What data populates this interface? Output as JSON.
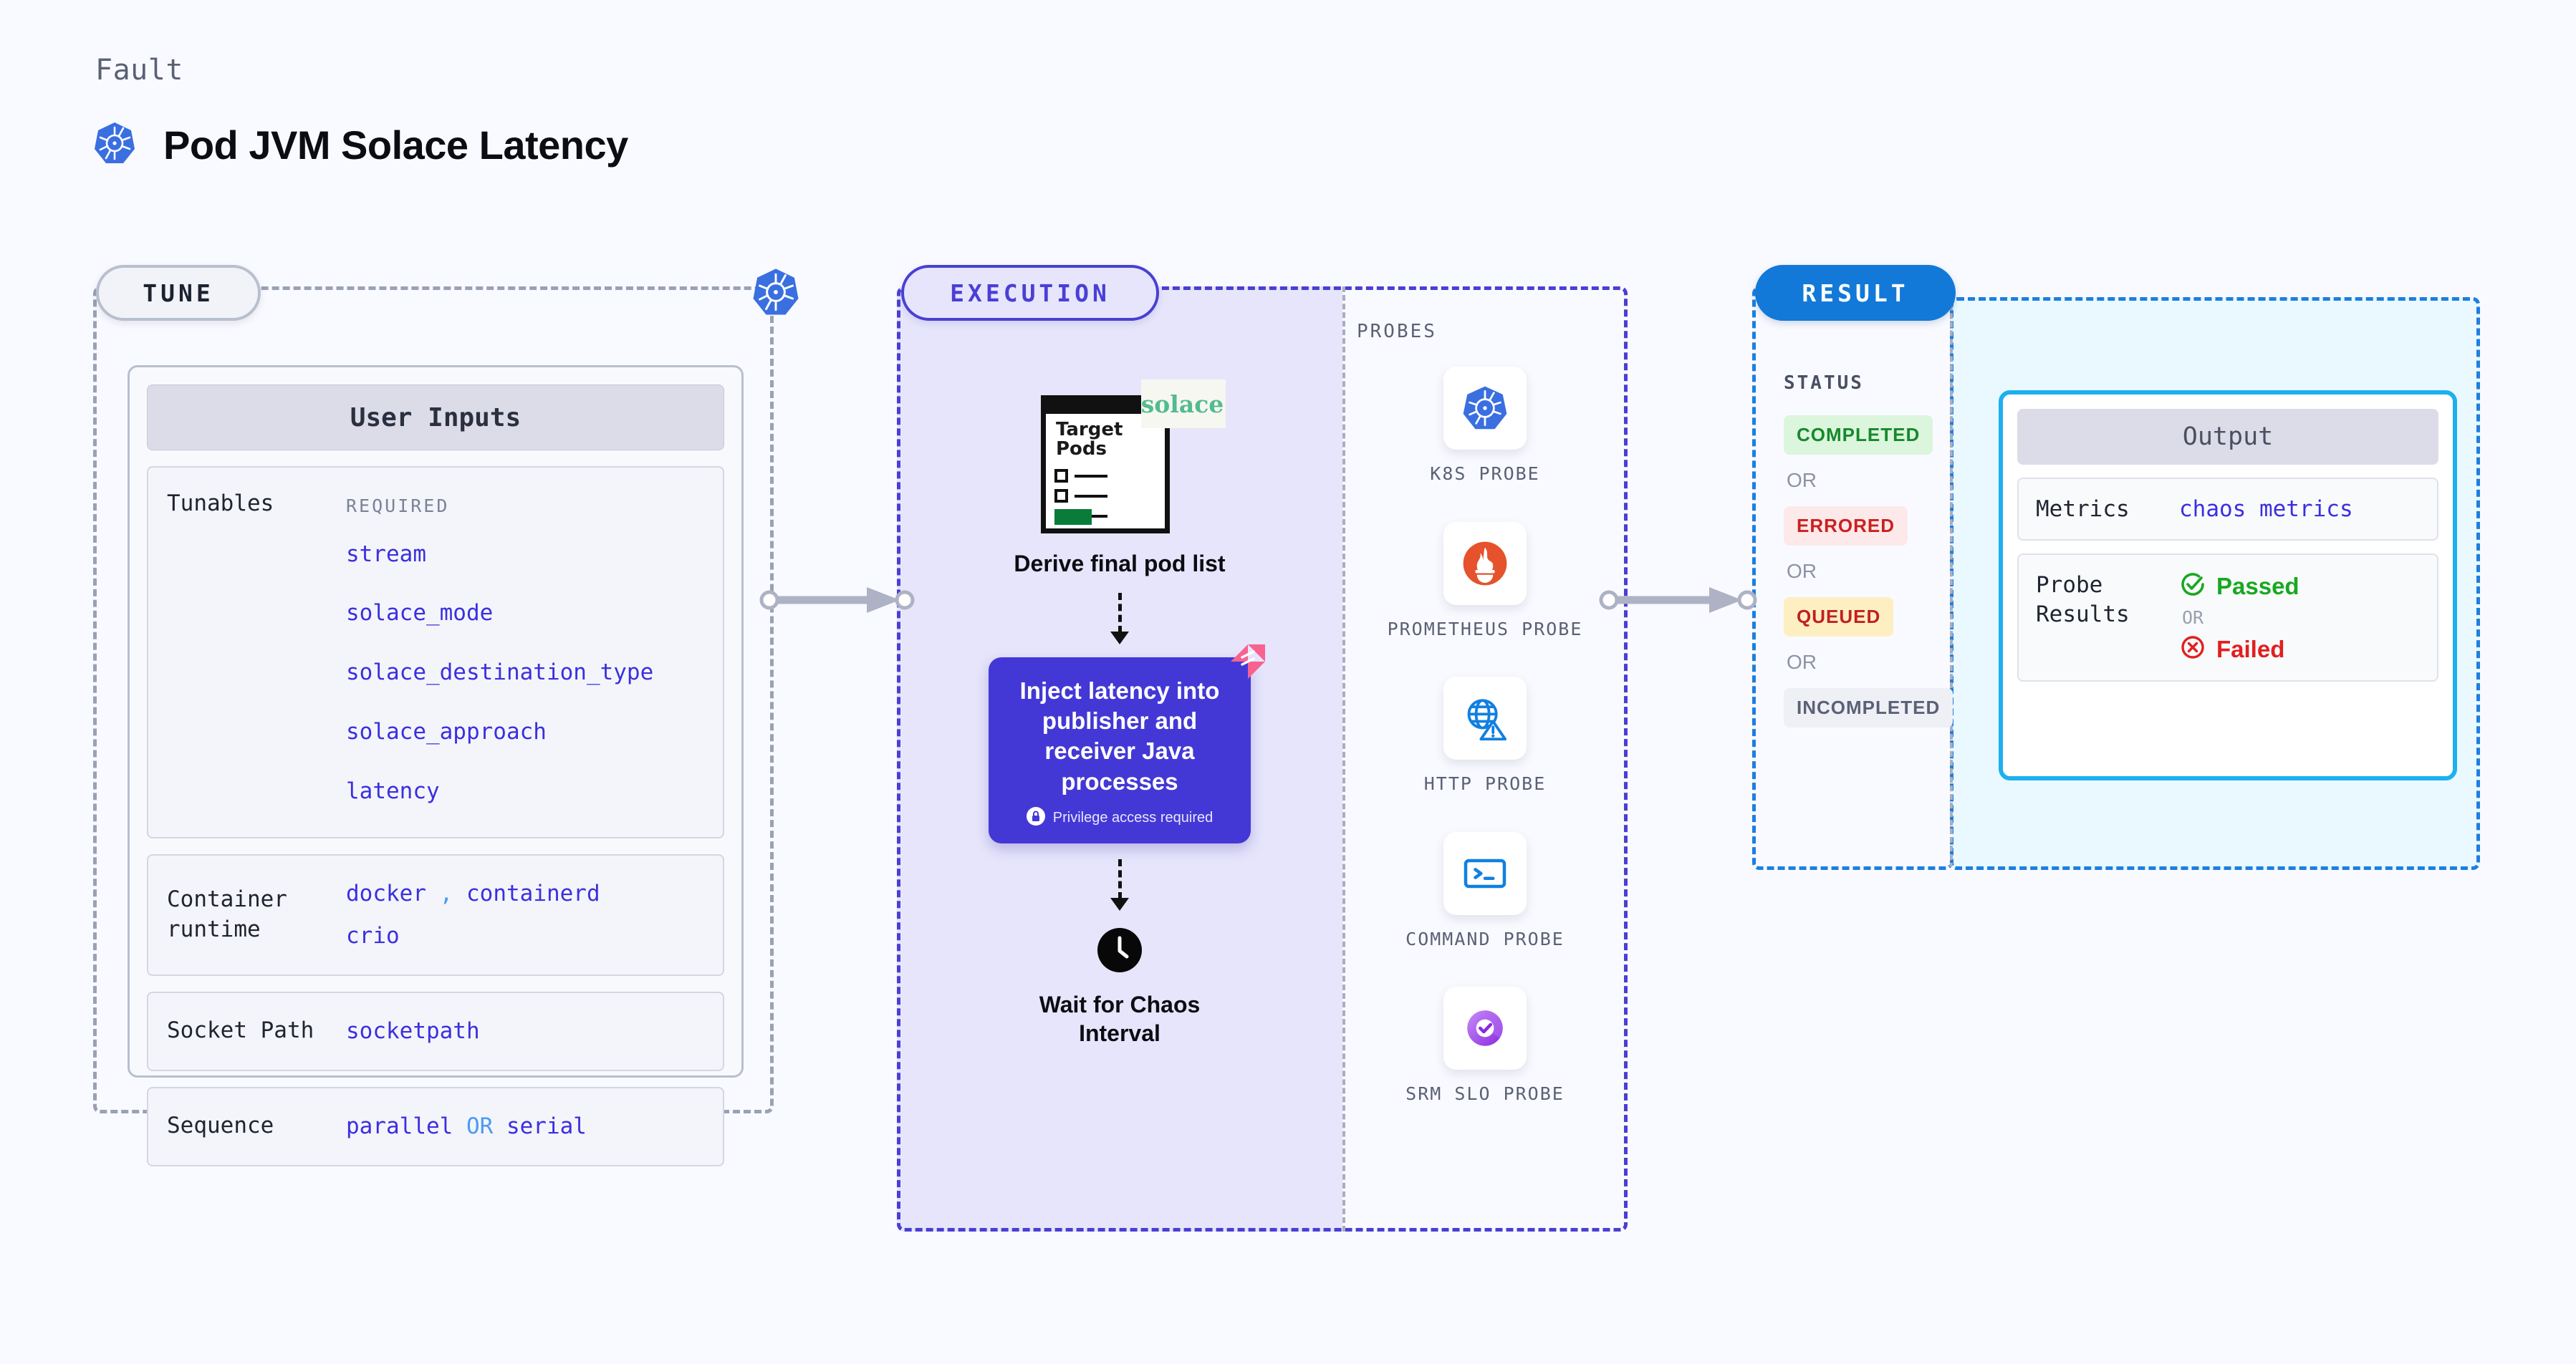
{
  "header": {
    "kicker": "Fault",
    "title": "Pod JVM Solace Latency",
    "icon": "kubernetes-icon"
  },
  "stages": {
    "tune": {
      "label": "TUNE"
    },
    "execution": {
      "label": "EXECUTION"
    },
    "result": {
      "label": "RESULT"
    }
  },
  "tune": {
    "card_title": "User Inputs",
    "rows": [
      {
        "label": "Tunables",
        "required_label": "REQUIRED",
        "values": [
          "stream",
          "solace_mode",
          "solace_destination_type",
          "solace_approach",
          "latency"
        ]
      },
      {
        "label": "Container runtime",
        "values": [
          "docker",
          "containerd",
          "crio"
        ],
        "separator": ","
      },
      {
        "label": "Socket Path",
        "values": [
          "socketpath"
        ]
      },
      {
        "label": "Sequence",
        "values": [
          "parallel",
          "serial"
        ],
        "separator": "OR"
      }
    ]
  },
  "execution": {
    "doc": {
      "title_line1": "Target",
      "title_line2": "Pods",
      "brand": "solace",
      "icon": "document-checklist-icon"
    },
    "step1_caption": "Derive final pod list",
    "inject": {
      "title": "Inject latency into publisher and receiver Java processes",
      "privilege_note": "Privilege access required",
      "lock_icon": "lock-icon",
      "sparkle_icon": "sparkle-icon"
    },
    "wait_caption_line1": "Wait for Chaos",
    "wait_caption_line2": "Interval",
    "clock_icon": "clock-icon"
  },
  "probes": {
    "title": "PROBES",
    "items": [
      {
        "icon": "kubernetes-icon",
        "label": "K8S PROBE"
      },
      {
        "icon": "prometheus-icon",
        "label": "PROMETHEUS PROBE"
      },
      {
        "icon": "globe-warning-icon",
        "label": "HTTP PROBE"
      },
      {
        "icon": "terminal-icon",
        "label": "COMMAND PROBE"
      },
      {
        "icon": "srm-slo-donut-icon",
        "label": "SRM SLO PROBE"
      }
    ]
  },
  "result": {
    "status_title": "STATUS",
    "or_label": "OR",
    "statuses": [
      {
        "label": "COMPLETED",
        "tone": "green"
      },
      {
        "label": "ERRORED",
        "tone": "red"
      },
      {
        "label": "QUEUED",
        "tone": "amber"
      },
      {
        "label": "INCOMPLETED",
        "tone": "gray"
      }
    ],
    "output": {
      "card_title": "Output",
      "metrics_label": "Metrics",
      "metrics_value": "chaos metrics",
      "probe_results_label": "Probe Results",
      "passed_label": "Passed",
      "failed_label": "Failed",
      "or_label": "OR",
      "passed_icon": "check-circle-icon",
      "failed_icon": "x-circle-icon"
    }
  },
  "colors": {
    "background": "#f9faff",
    "tune_border": "#9aa1b4",
    "execution_border": "#4a3fd4",
    "execution_fill": "#e6e5fb",
    "result_border": "#1d7fe0",
    "result_fill": "#eaf9ff",
    "accent_value": "#3b2fe0",
    "inject_bg": "#4338d6",
    "sparkle": "#f8628f",
    "solace_green": "#52bc8c",
    "passed_green": "#18a821",
    "failed_red": "#e02020"
  }
}
